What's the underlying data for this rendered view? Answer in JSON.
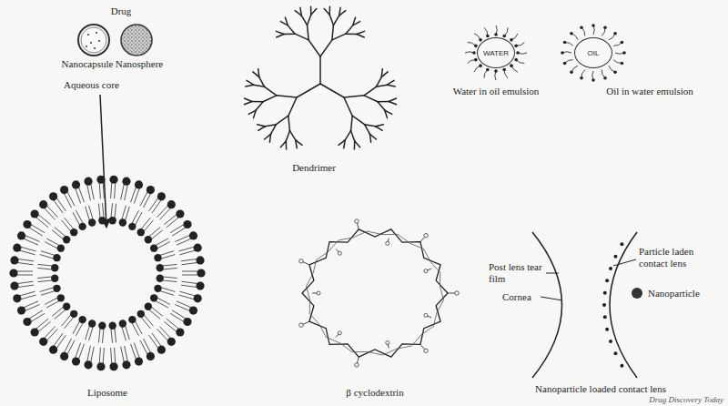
{
  "diagram": {
    "nodes": [
      {
        "text": [
          "WATER"
        ]
      },
      {
        "text": [
          "OIL"
        ]
      }
    ],
    "labels": [
      "Drug",
      "Nanocapsule",
      "Nanosphere",
      "Aqueous core",
      "Liposome",
      "Dendrimer",
      "Water in oil emulsion",
      "Oil in water emulsion",
      "β cyclodextrin",
      "Post lens tear film",
      "Cornea",
      "Particle laden contact lens",
      "Nanoparticle",
      "Nanoparticle loaded contact lens",
      "Drug Discovery Today"
    ]
  }
}
